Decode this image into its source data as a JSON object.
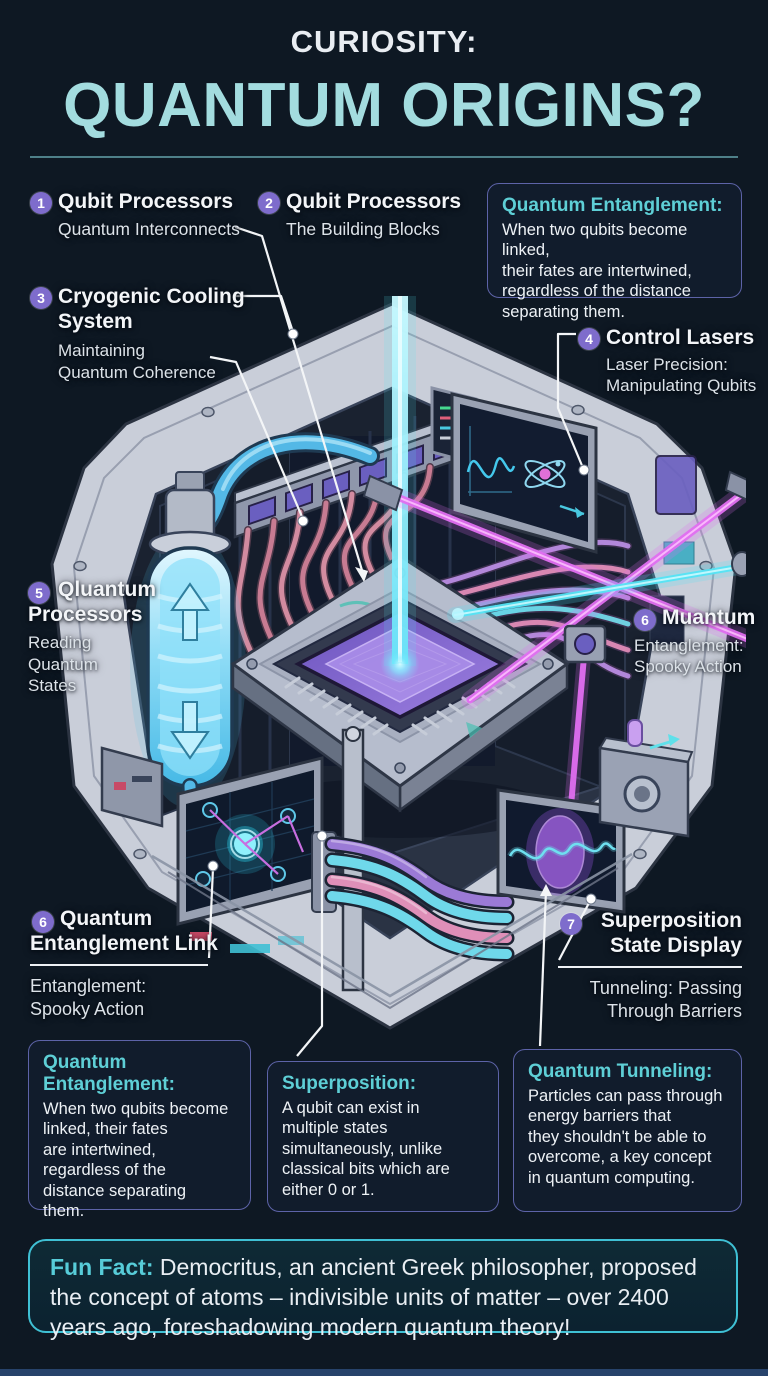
{
  "header": {
    "kicker": "CURIOSITY:",
    "title": "QUANTUM ORIGINS?"
  },
  "callouts": [
    {
      "num": "1",
      "title": "Qubit Processors",
      "sub": "Quantum Interconnects"
    },
    {
      "num": "2",
      "title": "Qubit Processors",
      "sub": "The Building Blocks"
    },
    {
      "num": "3",
      "title": "Cryogenic Cooling\nSystem",
      "sub": "Maintaining\nQuantum Coherence"
    },
    {
      "num": "4",
      "title": "Control Lasers",
      "sub": "Laser Precision:\nManipulating Qubits"
    },
    {
      "num": "5",
      "title": "Qluantum\nProcessors",
      "sub": "Reading\nQuantum\nStates"
    },
    {
      "num": "6",
      "title": "Muantum",
      "sub": "Entanglement:\nSpooky Action"
    },
    {
      "num": "6",
      "title": "Quantum\nEntanglement Link",
      "sub": "Entanglement:\nSpooky Action"
    },
    {
      "num": "7",
      "title": "Superposition\nState Display",
      "sub": "Tunneling: Passing\nThrough Barriers"
    }
  ],
  "info_boxes": {
    "top_right": {
      "heading": "Quantum Entanglement:",
      "body": "When two qubits become linked,\ntheir fates are intertwined,\nregardless of the distance\nseparating them."
    },
    "entanglement": {
      "heading": "Quantum Entanglement:",
      "body": "When two qubits become\nlinked, their fates\nare intertwined,\nregardless of the\ndistance separating\nthem."
    },
    "superposition": {
      "heading": "Superposition:",
      "body": "A qubit can exist in\nmultiple states\nsimultaneously, unlike\nclassical bits which are\neither 0 or 1."
    },
    "tunneling": {
      "heading": "Quantum Tunneling:",
      "body": "Particles can pass through\nenergy barriers that\nthey shouldn't be able to\novercome, a key concept\nin quantum computing."
    }
  },
  "fun_fact": {
    "label": "Fun Fact:",
    "text": " Democritus, an ancient Greek philosopher, proposed the concept of atoms – indivisible units of matter – over 2400 years ago, foreshadowing modern quantum theory!"
  },
  "colors": {
    "background": "#0e1823",
    "title_accent": "#a3dcdf",
    "heading_accent": "#5ecfd6",
    "badge_purple": "#7e6ccc",
    "box_border": "#5d63a8",
    "funfact_border": "#3fc0d4",
    "laser_magenta": "#e06ef0",
    "laser_cyan": "#54e4f4",
    "cryo_blue": "#53b8e6",
    "chip_purple": "#8a6fd0"
  },
  "illustration": {
    "subject": "isometric-quantum-computer-cutaway"
  }
}
